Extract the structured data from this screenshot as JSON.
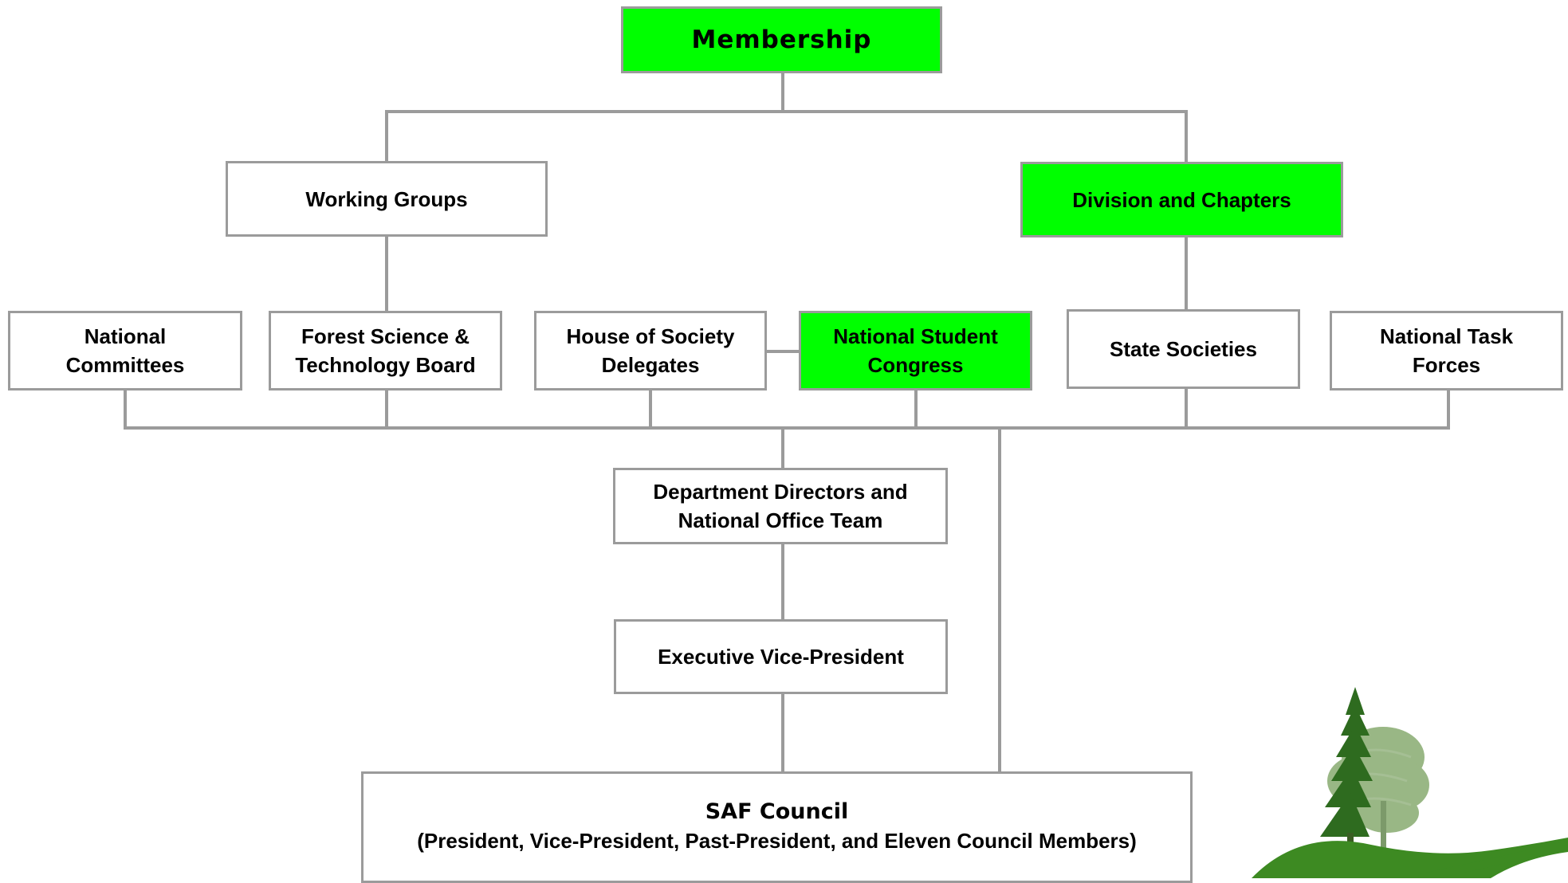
{
  "org_chart": {
    "membership": "Membership",
    "working_groups": "Working Groups",
    "division_and_chapters": "Division and Chapters",
    "national_committees": "National\nCommittees",
    "forest_science_board": "Forest Science &\nTechnology Board",
    "house_of_society_delegates": "House of Society\nDelegates",
    "national_student_congress": "National Student\nCongress",
    "state_societies": "State Societies",
    "national_task_forces": "National Task\nForces",
    "department_directors": "Department Directors and\nNational Office Team",
    "executive_vice_president": "Executive Vice-President",
    "saf_council_title": "SAF Council",
    "saf_council_members": "(President, Vice-President, Past-President, and Eleven Council Members)"
  },
  "colors": {
    "highlight": "#00ff00",
    "border": "#9b9b9b",
    "connector": "#9b9b9b",
    "logo_dark_green": "#2e6b1f",
    "logo_light_green": "#8fb078"
  },
  "highlighted_nodes": [
    "membership",
    "division_and_chapters",
    "national_student_congress"
  ],
  "icons": {
    "logo": "tree-hill-logo"
  }
}
